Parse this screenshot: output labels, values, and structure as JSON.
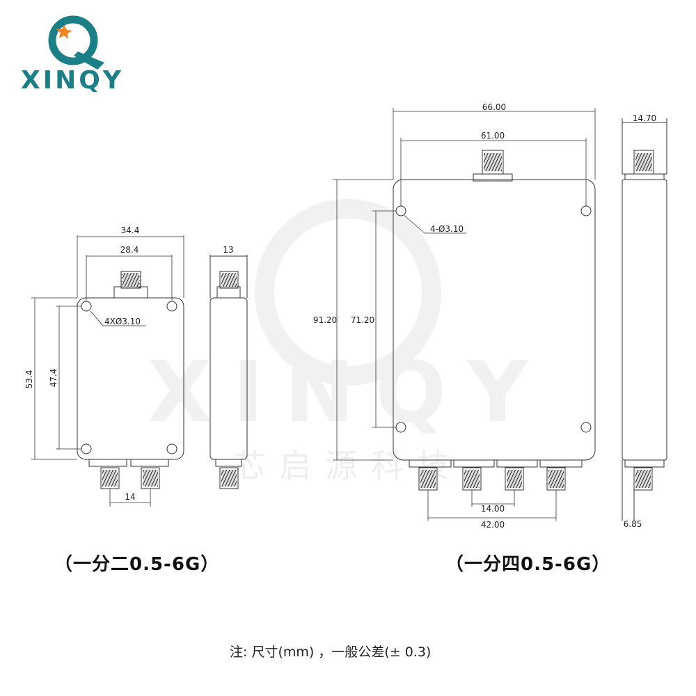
{
  "brand": {
    "name": "XINQY",
    "teal": "#1a7f86",
    "accent": "#f58220",
    "watermark_cn": "芯启源科技"
  },
  "diagram_2way": {
    "overall_width": "34.4",
    "hole_spacing_width": "28.4",
    "overall_height": "53.4",
    "hole_spacing_height": "47.4",
    "holes_label": "4XØ3.10",
    "side_thickness": "13",
    "connector_spacing": "14"
  },
  "diagram_4way": {
    "overall_width": "66.00",
    "hole_spacing_width": "61.00",
    "overall_height": "91.20",
    "hole_spacing_height": "71.20",
    "holes_label": "4-Ø3.10",
    "side_thickness": "14.70",
    "connector_spacing_inner": "14.00",
    "connector_spacing_outer": "42.00",
    "connector_offset": "6.85"
  },
  "captions": {
    "left": "（一分二0.5-6G）",
    "right": "（一分四0.5-6G）"
  },
  "note": "注: 尺寸(mm) ，一般公差(± 0.3)"
}
